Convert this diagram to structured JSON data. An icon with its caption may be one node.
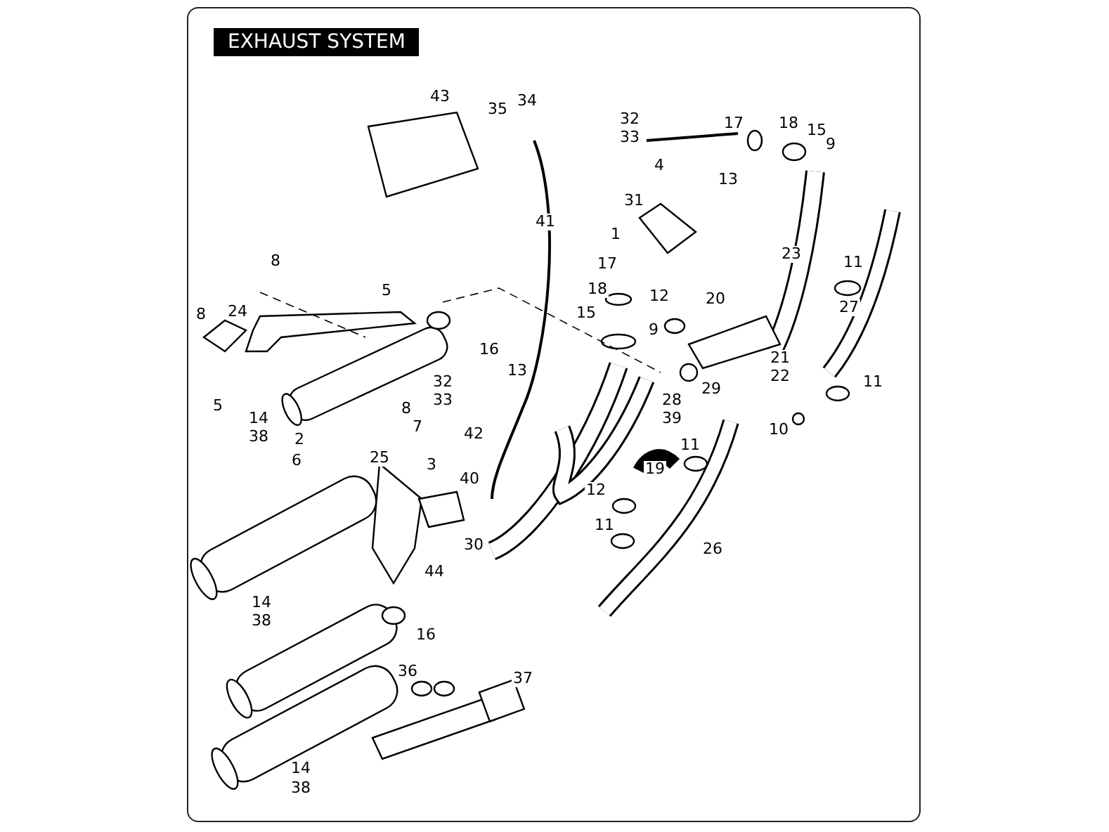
{
  "diagram": {
    "title": "EXHAUST SYSTEM",
    "labels": [
      "43",
      "35",
      "34",
      "32",
      "33",
      "17",
      "18",
      "15",
      "9",
      "4",
      "13",
      "31",
      "41",
      "1",
      "23",
      "8",
      "17",
      "11",
      "5",
      "18",
      "12",
      "20",
      "8",
      "24",
      "15",
      "9",
      "27",
      "16",
      "32",
      "33",
      "13",
      "21",
      "22",
      "11",
      "29",
      "28",
      "39",
      "5",
      "8",
      "14",
      "38",
      "7",
      "10",
      "2",
      "25",
      "11",
      "6",
      "3",
      "42",
      "40",
      "19",
      "12",
      "30",
      "11",
      "26",
      "44",
      "14",
      "38",
      "16",
      "36",
      "37",
      "14",
      "38"
    ]
  }
}
